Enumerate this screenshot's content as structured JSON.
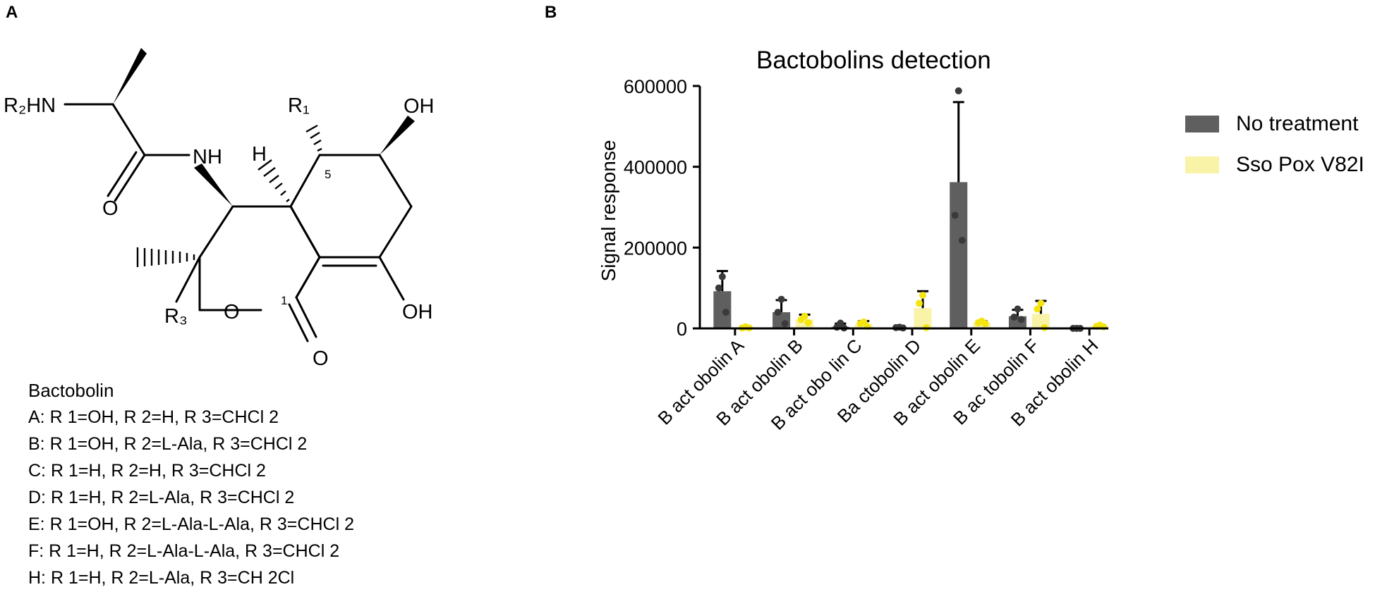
{
  "panel_a": {
    "label": "A",
    "structure_labels": {
      "r2hn": "R₂HN",
      "nh": "NH",
      "o_amide": "O",
      "r1": "R₁",
      "oh_top": "OH",
      "h": "H",
      "c5": "5",
      "c1": "1",
      "r3": "R₃",
      "o_ring": "O",
      "oh_bottom": "OH",
      "o_carbonyl": "O"
    },
    "legend": {
      "heading": "Bactobolin",
      "variants": [
        "A: R 1=OH, R 2=H, R 3=CHCl 2",
        "B: R 1=OH, R 2=L-Ala, R 3=CHCl 2",
        "C: R 1=H, R 2=H, R 3=CHCl 2",
        "D: R 1=H, R 2=L-Ala, R 3=CHCl 2",
        "E: R 1=OH, R 2=L-Ala-L-Ala, R 3=CHCl 2",
        "F: R 1=H, R 2=L-Ala-L-Ala, R 3=CHCl 2",
        "H: R 1=H, R 2=L-Ala, R 3=CH 2Cl"
      ]
    }
  },
  "panel_b": {
    "label": "B"
  },
  "chart_data": {
    "type": "bar",
    "title": "Bactobolins detection",
    "xlabel": "",
    "ylabel": "Signal response",
    "ylim": [
      0,
      600000
    ],
    "yticks": [
      "0",
      "200000",
      "400000",
      "600000"
    ],
    "ytick_values": [
      0,
      200000,
      400000,
      600000
    ],
    "categories": [
      "B act obolin A",
      "B act obolin B",
      "B act obo lin C",
      "Ba ctobolin D",
      "B act obolin E",
      "B ac tobolin F",
      "B act obolin H"
    ],
    "legend_position": "right",
    "series": [
      {
        "name": "No treatment",
        "color": "#5f5f5f",
        "dot_color": "#3a3a3a",
        "values": [
          92000,
          40000,
          4000,
          2000,
          362000,
          30000,
          0
        ],
        "errors": [
          50000,
          30000,
          8000,
          2000,
          198000,
          16000,
          0
        ],
        "points": [
          [
            128000,
            100000,
            40000
          ],
          [
            72000,
            40000,
            12000
          ],
          [
            13000,
            3000,
            1000
          ],
          [
            3000,
            2000,
            1000
          ],
          [
            588000,
            280000,
            218000
          ],
          [
            48000,
            28000,
            22000
          ],
          [
            0,
            0,
            0
          ]
        ]
      },
      {
        "name": "Sso Pox V82I",
        "color": "#f8f3a6",
        "dot_color": "#f4e50f",
        "values": [
          2000,
          22000,
          10000,
          50000,
          14000,
          36000,
          5000
        ],
        "errors": [
          1000,
          12000,
          8000,
          42000,
          4000,
          32000,
          3000
        ],
        "points": [
          [
            4000,
            1000,
            1000
          ],
          [
            30000,
            22000,
            14000
          ],
          [
            16000,
            12000,
            5000
          ],
          [
            82000,
            62000,
            2000
          ],
          [
            18000,
            14000,
            12000
          ],
          [
            62000,
            48000,
            2000
          ],
          [
            8000,
            5000,
            4000
          ]
        ]
      }
    ]
  }
}
